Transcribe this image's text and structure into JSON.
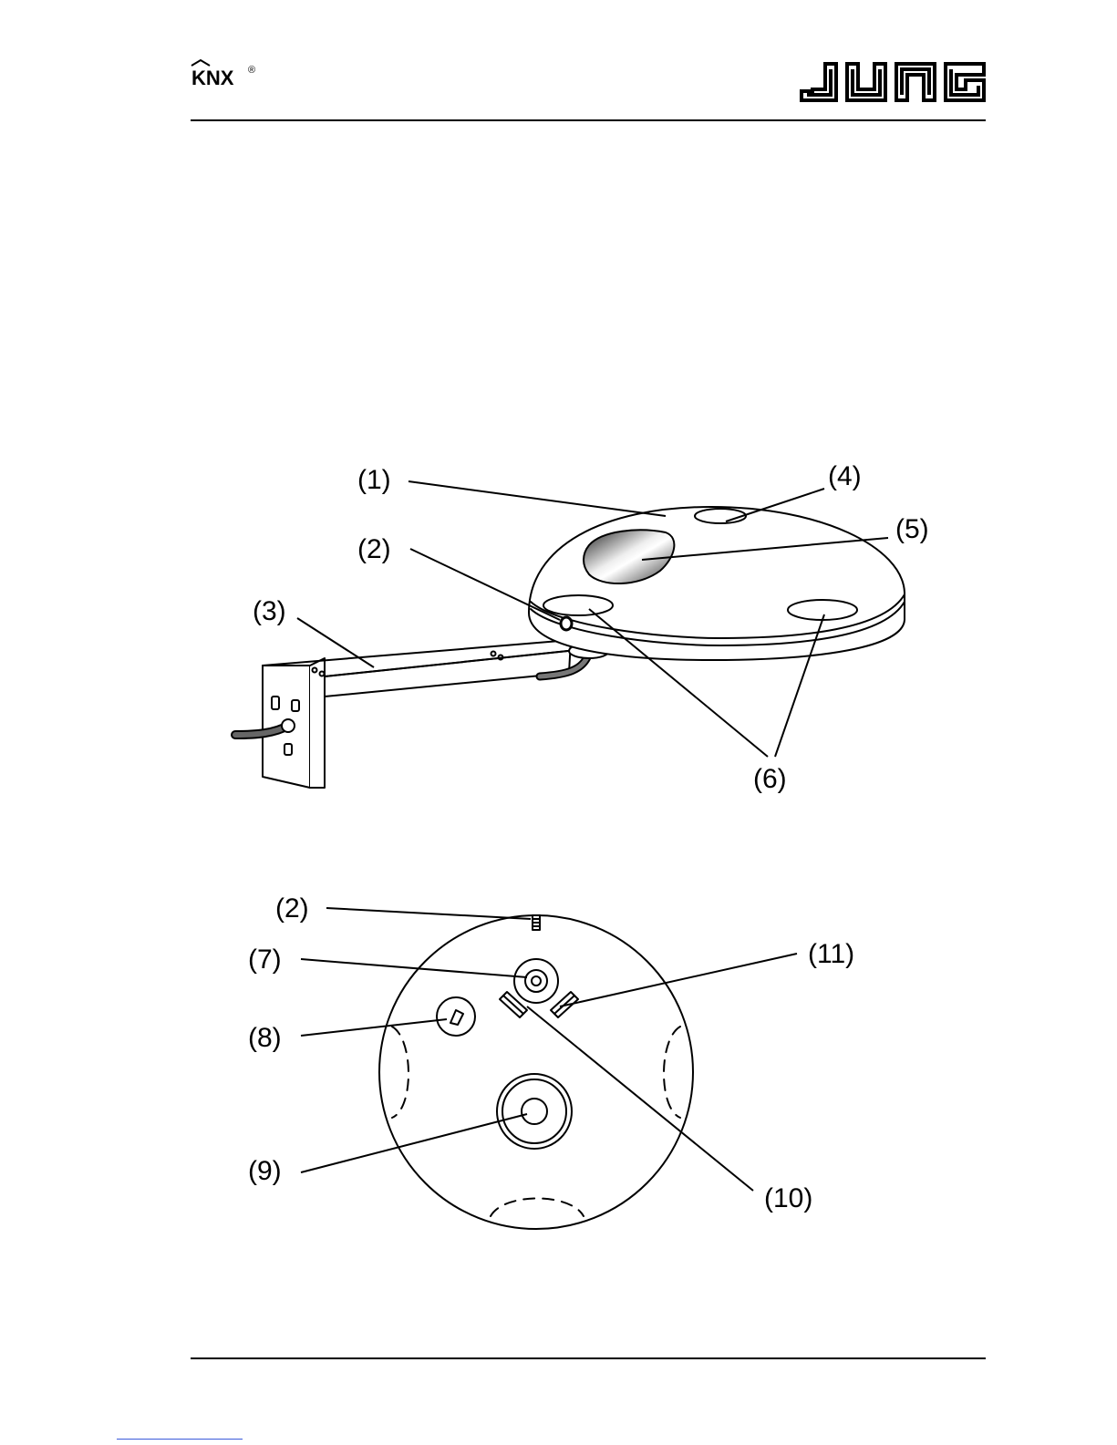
{
  "header": {
    "left_logo": "KNX",
    "left_logo_mark": "®",
    "right_logo": "JUNG"
  },
  "figure_top": {
    "callouts": [
      "(1)",
      "(2)",
      "(3)",
      "(4)",
      "(5)",
      "(6)"
    ]
  },
  "figure_bottom": {
    "callouts": [
      "(2)",
      "(7)",
      "(8)",
      "(9)",
      "(10)",
      "(11)"
    ]
  },
  "colors": {
    "ink": "#000000",
    "background": "#ffffff",
    "link": "#3b5bdb"
  },
  "icons": [
    "knx-logo-icon",
    "jung-logo-icon"
  ]
}
